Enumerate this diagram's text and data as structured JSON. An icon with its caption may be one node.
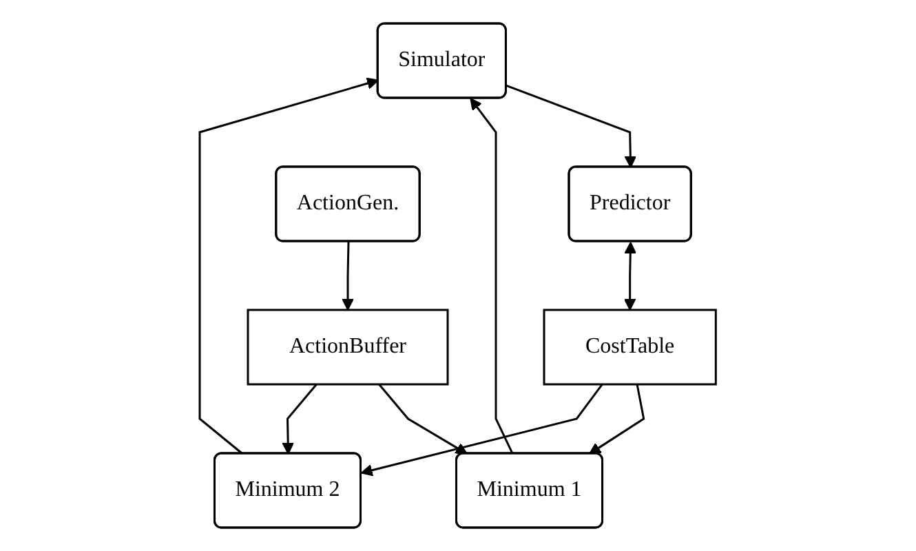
{
  "diagram": {
    "nodes": [
      {
        "text": [
          "Simulator"
        ]
      },
      {
        "text": [
          "Predictor"
        ]
      },
      {
        "text": [
          "ActionBuffer"
        ]
      },
      {
        "text": [
          "Minimum 1"
        ]
      },
      {
        "text": [
          "Minimum 2"
        ]
      },
      {
        "text": [
          "ActionGen."
        ]
      },
      {
        "text": [
          "CostTable"
        ]
      }
    ],
    "edges": [
      {
        "from": 0,
        "to": 1,
        "arrow": "to"
      },
      {
        "from": 3,
        "to": 0,
        "arrow": "to"
      },
      {
        "from": 4,
        "to": 0,
        "arrow": "to"
      },
      {
        "from": 2,
        "to": 3,
        "arrow": "to"
      },
      {
        "from": 2,
        "to": 4,
        "arrow": "to"
      },
      {
        "from": 5,
        "to": 2,
        "arrow": "to"
      },
      {
        "from": 6,
        "to": 3,
        "arrow": "to"
      },
      {
        "from": 6,
        "to": 4,
        "arrow": "to"
      },
      {
        "from": 1,
        "to": 6,
        "arrow": "both"
      }
    ]
  }
}
